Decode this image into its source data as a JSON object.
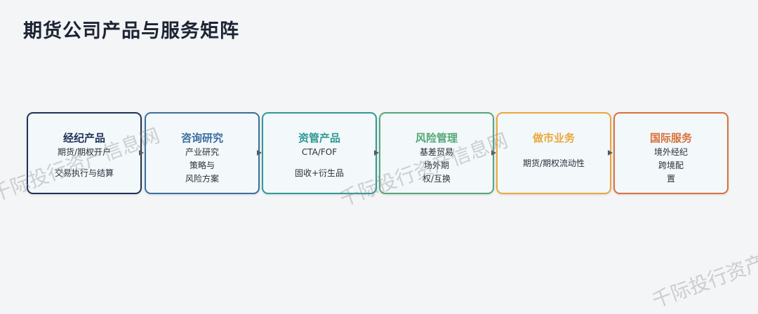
{
  "title": "期货公司产品与服务矩阵",
  "cards": [
    {
      "title": "经纪产品",
      "lines": [
        "期货/期权开户",
        "",
        "交易执行与结算"
      ],
      "color": "#1e3358"
    },
    {
      "title": "咨询研究",
      "lines": [
        "产业研究",
        "策略与",
        "风险方案"
      ],
      "color": "#3c6e9e"
    },
    {
      "title": "资管产品",
      "lines": [
        "CTA/FOF",
        "",
        "固收+衍生品"
      ],
      "color": "#2f9a94"
    },
    {
      "title": "风险管理",
      "lines": [
        "基差贸易",
        "场外期",
        "权/互换"
      ],
      "color": "#54a877"
    },
    {
      "title": "做市业务",
      "lines": [
        "期货/期权流动性"
      ],
      "color": "#e8a83c"
    },
    {
      "title": "国际服务",
      "lines": [
        "境外经纪",
        "跨境配",
        "置"
      ],
      "color": "#d8713c"
    }
  ],
  "watermark": "千际投行资产信息网"
}
